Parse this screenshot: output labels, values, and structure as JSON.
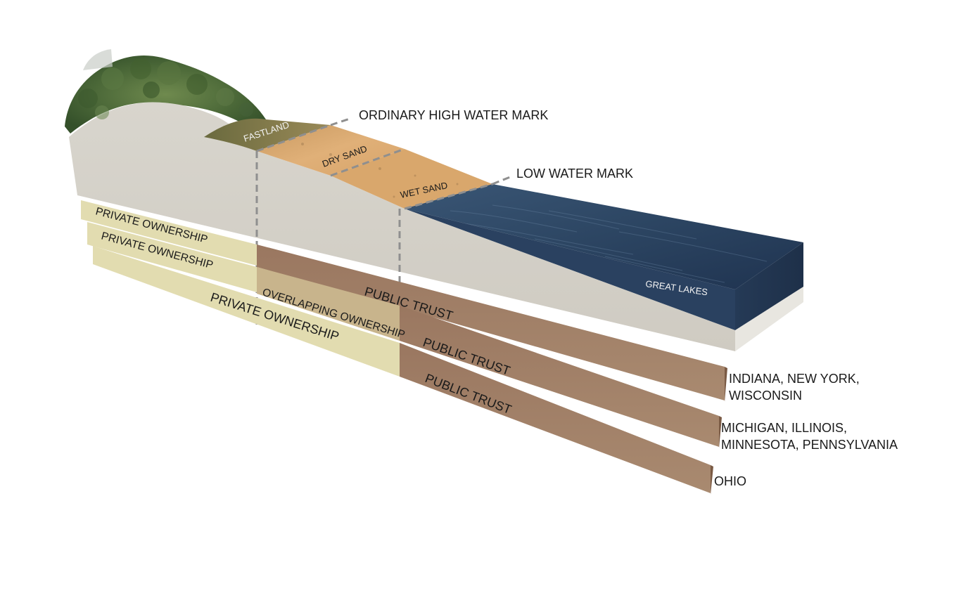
{
  "terrain_labels": {
    "fastland": "FASTLAND",
    "dry_sand": "DRY SAND",
    "wet_sand": "WET SAND",
    "great_lakes": "GREAT LAKES"
  },
  "boundary_labels": {
    "ordinary_high_water_mark": "ORDINARY HIGH WATER MARK",
    "low_water_mark": "LOW WATER MARK"
  },
  "bands": [
    {
      "private_label": "PRIVATE OWNERSHIP",
      "middle_label": "PUBLIC TRUST",
      "public_label": "",
      "states_line1": "INDIANA, NEW YORK,",
      "states_line2": "WISCONSIN"
    },
    {
      "private_label": "PRIVATE OWNERSHIP",
      "middle_label": "OVERLAPPING OWNERSHIP",
      "public_label": "PUBLIC TRUST",
      "states_line1": "MICHIGAN, ILLINOIS,",
      "states_line2": "MINNESOTA, PENNSYLVANIA"
    },
    {
      "private_label": "PRIVATE OWNERSHIP",
      "middle_label": "",
      "public_label": "PUBLIC TRUST",
      "states_line1": "OHIO",
      "states_line2": ""
    }
  ],
  "colors": {
    "private": "#e2dcb0",
    "overlapping": "#c8b48c",
    "public_trust": "#9e7c62",
    "soil": "#dcd9d1",
    "water": "#2c4460",
    "sand": "#d9a868",
    "vegetation": "#4f6b3c"
  }
}
